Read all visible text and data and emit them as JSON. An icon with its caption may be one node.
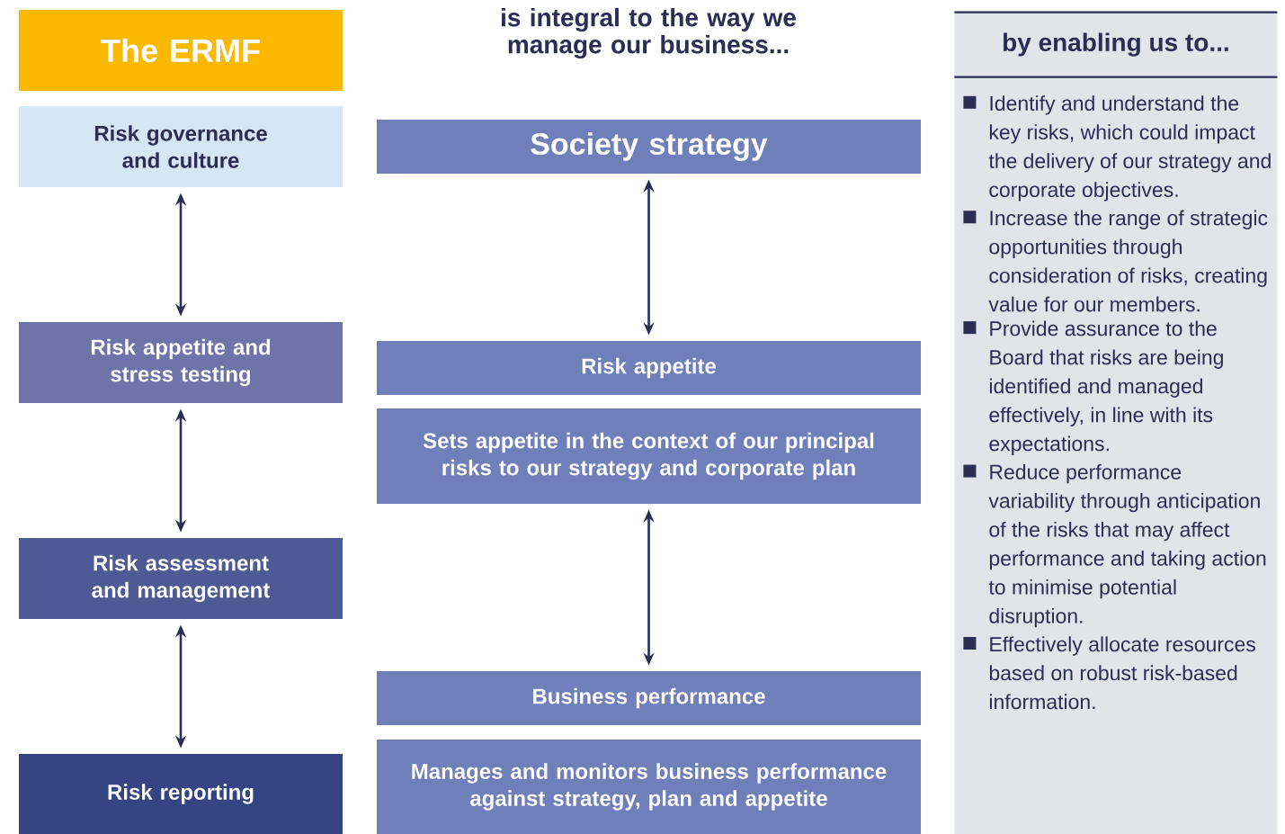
{
  "diagram": {
    "nodes": [
      {
        "text": [
          "The ERMF"
        ]
      },
      {
        "text": [
          "Risk governance and culture"
        ]
      },
      {
        "text": [
          "Risk appetite and stress testing"
        ]
      },
      {
        "text": [
          "Risk assessment and management"
        ]
      },
      {
        "text": [
          "Risk reporting"
        ]
      },
      {
        "text": [
          "Society strategy"
        ]
      },
      {
        "text": [
          "Risk appetite"
        ]
      },
      {
        "text": [
          "Sets appetite in the context of our principal risks to our strategy and corporate plan"
        ]
      },
      {
        "text": [
          "Business performance"
        ]
      },
      {
        "text": [
          "Manages and monitors business performance against strategy, plan and appetite"
        ]
      },
      {
        "text": [
          "by enabling us to...",
          "Identify and understand the key risks, which could impact the delivery of our strategy and corporate objectives.",
          "Increase the range of strategic opportunities through consideration of risks, creating value for our members.",
          "Provide assurance to the Board that risks are being identified and managed effectively, in line with its expectations.",
          "Reduce performance variability through anticipation of the risks that may affect performance and taking action to minimise potential disruption.",
          "Effectively allocate resources based on robust risk-based information."
        ]
      }
    ],
    "edges": [
      {
        "from": 1,
        "to": 2,
        "arrow": "both"
      },
      {
        "from": 2,
        "to": 3,
        "arrow": "both"
      },
      {
        "from": 3,
        "to": 4,
        "arrow": "both"
      },
      {
        "from": 5,
        "to": 6,
        "arrow": "both"
      },
      {
        "from": 7,
        "to": 8,
        "arrow": "both"
      }
    ],
    "labels": [
      "is integral to the way we manage our business..."
    ]
  }
}
